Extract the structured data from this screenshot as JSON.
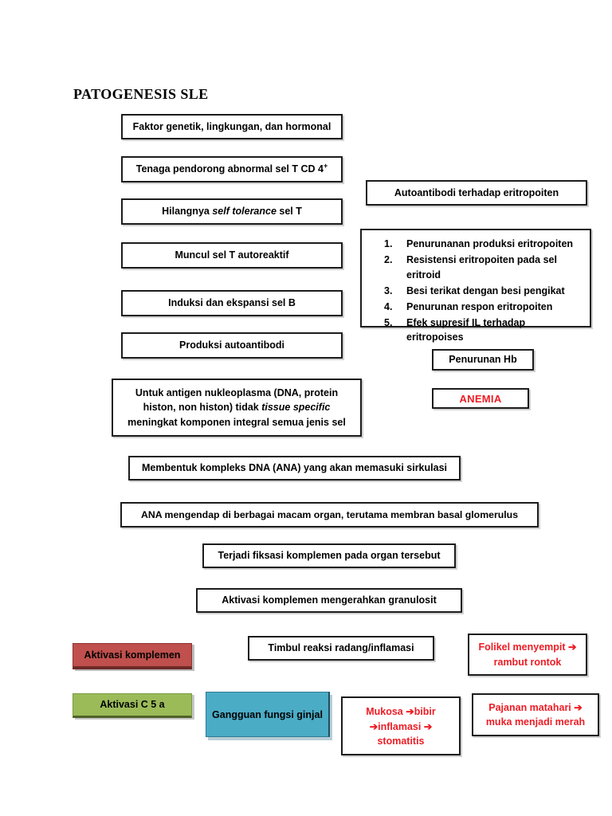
{
  "page": {
    "title": "PATOGENESIS SLE"
  },
  "colors": {
    "red_text": "#ed1c24",
    "red_fill": "#c0504d",
    "green_fill": "#9bbb59",
    "blue_fill": "#4bacc6"
  },
  "flow": {
    "faktor": {
      "text": "Faktor genetik, lingkungan, dan hormonal"
    },
    "tenaga": {
      "text_main": "Tenaga pendorong abnormal  sel T CD 4",
      "sup": "+"
    },
    "hilangnya": {
      "pre": "Hilangnya ",
      "italic": "self tolerance",
      "post": "  sel T"
    },
    "muncul": {
      "text": "Muncul sel T autoreaktif"
    },
    "induksi": {
      "text": "Induksi dan ekspansi sel B"
    },
    "produksi": {
      "text": "Produksi autoantibodi"
    },
    "untuk_antigen": {
      "pre": "Untuk antigen nukleoplasma (DNA, protein histon, non histon) tidak ",
      "italic": "tissue specific",
      "post": " meningkat komponen integral semua jenis sel"
    },
    "membentuk": {
      "text": "Membentuk kompleks DNA (ANA) yang akan memasuki sirkulasi"
    },
    "ana_mengendap": {
      "text": "ANA mengendap di berbagai macam organ, terutama membran basal glomerulus"
    },
    "terjadi_fiksasi": {
      "text": "Terjadi fiksasi komplemen pada organ tersebut"
    },
    "aktivasi_granulosit": {
      "text": "Aktivasi komplemen mengerahkan granulosit"
    },
    "timbul_reaksi": {
      "text": "Timbul reaksi radang/inflamasi"
    }
  },
  "right_branch": {
    "autoantibodi": "Autoantibodi terhadap eritropoiten",
    "list_numbers": [
      "1.",
      "2.",
      "3.",
      "4.",
      "5."
    ],
    "list_items": [
      "Penurunanan produksi eritropoiten",
      "Resistensi eritropoiten pada sel eritroid",
      "Besi terikat dengan besi pengikat",
      "Penurunan respon eritropoiten",
      "Efek supresif IL terhadap eritropoises"
    ],
    "penurunan_hb": "Penurunan Hb",
    "anemia": "ANEMIA"
  },
  "outcomes": {
    "aktivasi_komplemen": "Aktivasi komplemen",
    "aktivasi_c5a": "Aktivasi C 5 a",
    "gangguan_ginjal": "Gangguan fungsi ginjal",
    "folikel": "Folikel menyempit ➔ rambut rontok",
    "mukosa": "Mukosa ➔bibir ➔inflamasi ➔ stomatitis",
    "pajanan": "Pajanan matahari ➔ muka menjadi merah"
  }
}
